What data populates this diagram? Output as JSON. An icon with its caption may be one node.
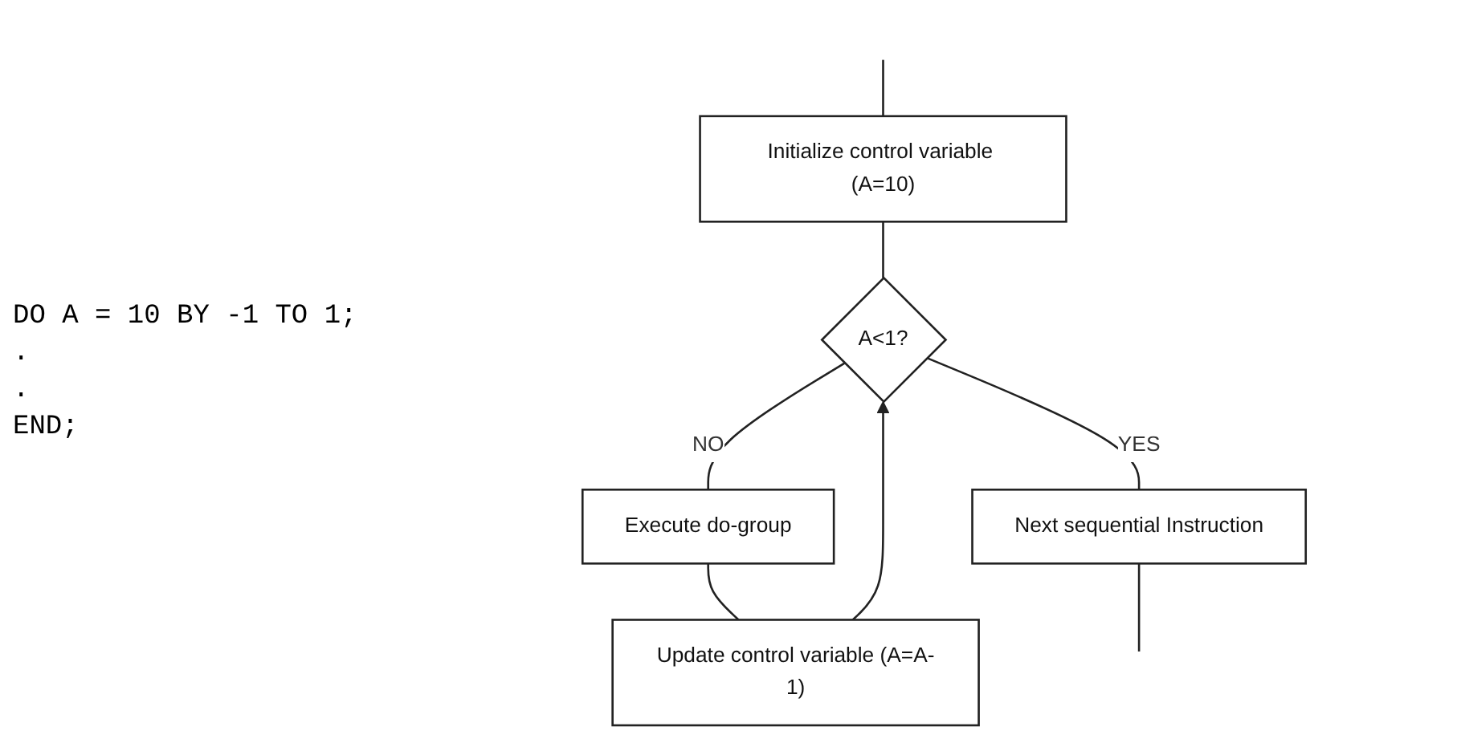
{
  "diagram": {
    "nodes": [
      {
        "text": [
          "Initialize control variable (A=10)"
        ]
      },
      {
        "text": [
          "A<1?"
        ]
      },
      {
        "text": [
          "Execute do-group"
        ]
      },
      {
        "text": [
          "Update control variable (A=A-1)"
        ]
      },
      {
        "text": [
          "Next sequential Instruction"
        ]
      }
    ],
    "edges": [
      {
        "from": null,
        "to": 0,
        "arrow": "none"
      },
      {
        "from": 0,
        "to": 1,
        "arrow": "none"
      },
      {
        "from": 1,
        "to": 2,
        "label": "NO",
        "arrow": "none"
      },
      {
        "from": 2,
        "to": 3,
        "arrow": "none"
      },
      {
        "from": 3,
        "to": 1,
        "arrow": "to"
      },
      {
        "from": 1,
        "to": 4,
        "label": "YES",
        "arrow": "none"
      },
      {
        "from": 4,
        "to": null,
        "arrow": "none"
      }
    ],
    "labels": [
      "DO A = 10 BY -1 TO 1;",
      ".",
      ".",
      "END;"
    ]
  }
}
